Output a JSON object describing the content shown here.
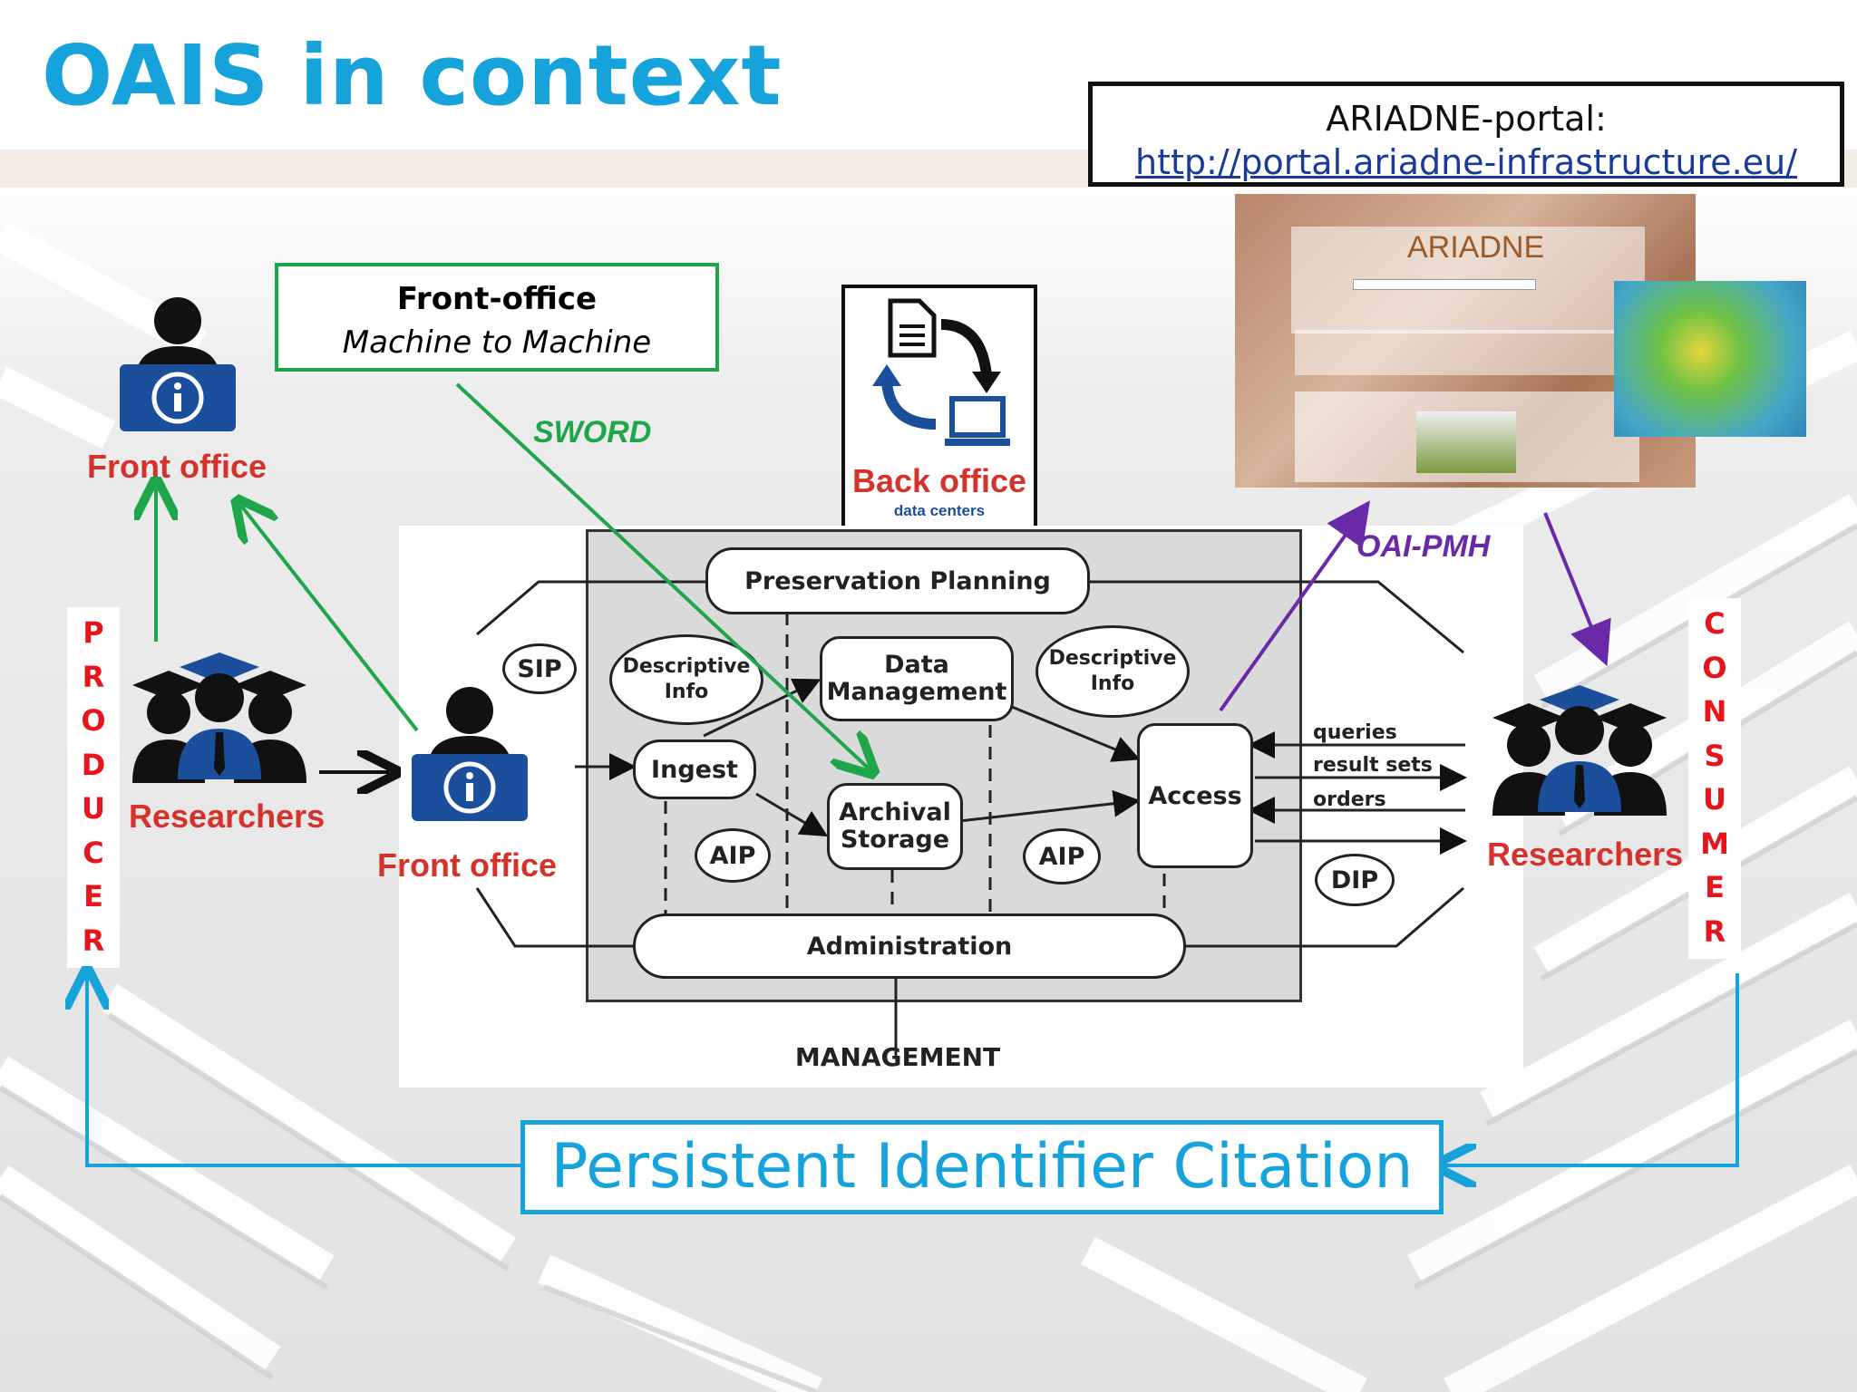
{
  "title": "OAIS in context",
  "portal": {
    "label": "ARIADNE-portal:",
    "url": "http://portal.ariadne-infrastructure.eu/",
    "screenshot_logo": "ARIADNE"
  },
  "front_office_box": {
    "heading": "Front-office",
    "subheading": "Machine to Machine"
  },
  "labels": {
    "front_office_top": "Front office",
    "front_office_mid": "Front office",
    "researchers_left": "Researchers",
    "researchers_right": "Researchers",
    "sword": "SWORD",
    "oai_pmh": "OAI-PMH",
    "back_office": "Back office",
    "back_office_sub": "data centers"
  },
  "producer_letters": [
    "P",
    "R",
    "O",
    "D",
    "U",
    "C",
    "E",
    "R"
  ],
  "consumer_letters": [
    "C",
    "O",
    "N",
    "S",
    "U",
    "M",
    "E",
    "R"
  ],
  "oais": {
    "preservation_planning": "Preservation Planning",
    "data_management": [
      "Data",
      "Management"
    ],
    "descriptive_info_left": [
      "Descriptive",
      "Info"
    ],
    "descriptive_info_right": [
      "Descriptive",
      "Info"
    ],
    "ingest": "Ingest",
    "archival_storage": [
      "Archival",
      "Storage"
    ],
    "access": "Access",
    "administration": "Administration",
    "management": "MANAGEMENT",
    "sip": "SIP",
    "aip_left": "AIP",
    "aip_right": "AIP",
    "dip": "DIP",
    "queries": "queries",
    "result_sets": "result sets",
    "orders": "orders"
  },
  "pid_citation": "Persistent Identifier Citation",
  "colors": {
    "title_blue": "#16a3dc",
    "green": "#1fa64a",
    "purple": "#6a2aa8",
    "red_label": "#d6322c",
    "vertical_red": "#e8141c",
    "icon_blue": "#1b4f9c"
  },
  "icons": [
    "info-desk-icon",
    "researchers-group-icon",
    "document-icon",
    "computer-icon",
    "sync-arrows-icon"
  ]
}
